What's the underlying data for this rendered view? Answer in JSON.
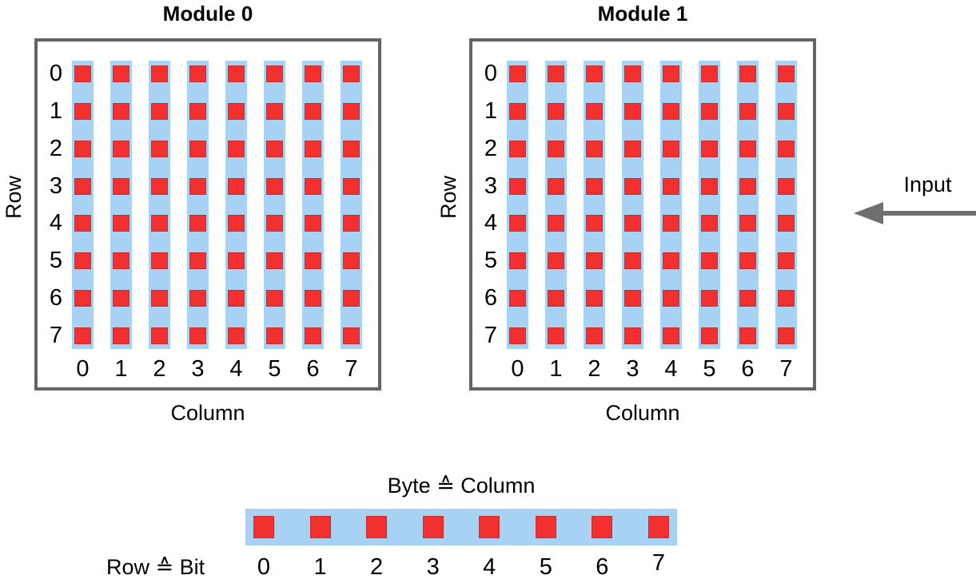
{
  "modules": [
    {
      "title": "Module 0",
      "row_axis_label": "Row",
      "column_axis_label": "Column",
      "row_labels": [
        "0",
        "1",
        "2",
        "3",
        "4",
        "5",
        "6",
        "7"
      ],
      "column_labels": [
        "0",
        "1",
        "2",
        "3",
        "4",
        "5",
        "6",
        "7"
      ],
      "grid": {
        "rows": 8,
        "columns": 8
      }
    },
    {
      "title": "Module 1",
      "row_axis_label": "Row",
      "column_axis_label": "Column",
      "row_labels": [
        "0",
        "1",
        "2",
        "3",
        "4",
        "5",
        "6",
        "7"
      ],
      "column_labels": [
        "0",
        "1",
        "2",
        "3",
        "4",
        "5",
        "6",
        "7"
      ],
      "grid": {
        "rows": 8,
        "columns": 8
      }
    }
  ],
  "input_arrow": {
    "label": "Input"
  },
  "legend": {
    "title": "Byte ≙ Column",
    "left_label": "Row ≙ Bit",
    "bit_labels": [
      "0",
      "1",
      "2",
      "3",
      "4",
      "5",
      "6",
      "7"
    ]
  },
  "colors": {
    "strip_blue": "#A8D2F4",
    "cell_red": "#F23030",
    "cell_red_border": "#C9302C",
    "box_border_gray": "#646464",
    "arrow_gray": "#6F6F6F",
    "text": "#000000"
  }
}
